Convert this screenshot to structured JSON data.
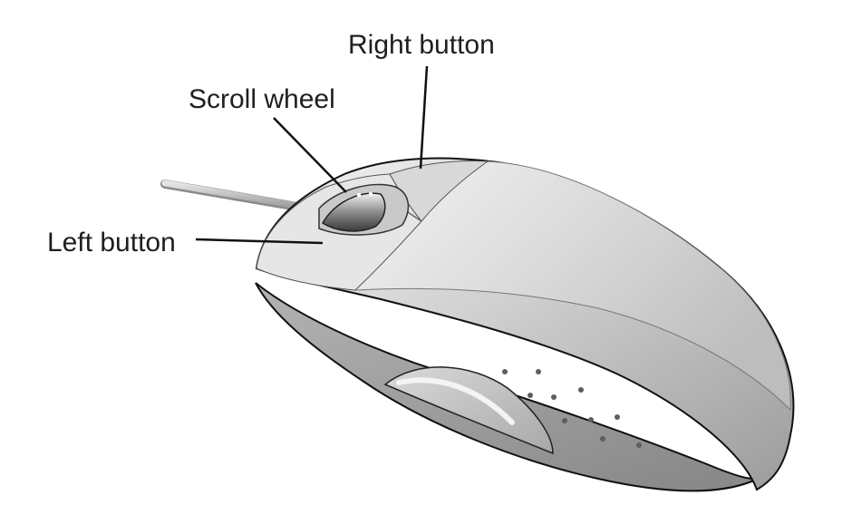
{
  "labels": {
    "right_button": "Right button",
    "scroll_wheel": "Scroll wheel",
    "left_button": "Left button"
  },
  "illustration": {
    "subject": "computer-mouse",
    "colors": {
      "background": "#ffffff",
      "body_light": "#e9e9e9",
      "body_mid": "#b9b9b9",
      "body_dark": "#8d8d8d",
      "underside": "#9a9a9a",
      "outline": "#111111",
      "text": "#1f1f1f"
    }
  }
}
